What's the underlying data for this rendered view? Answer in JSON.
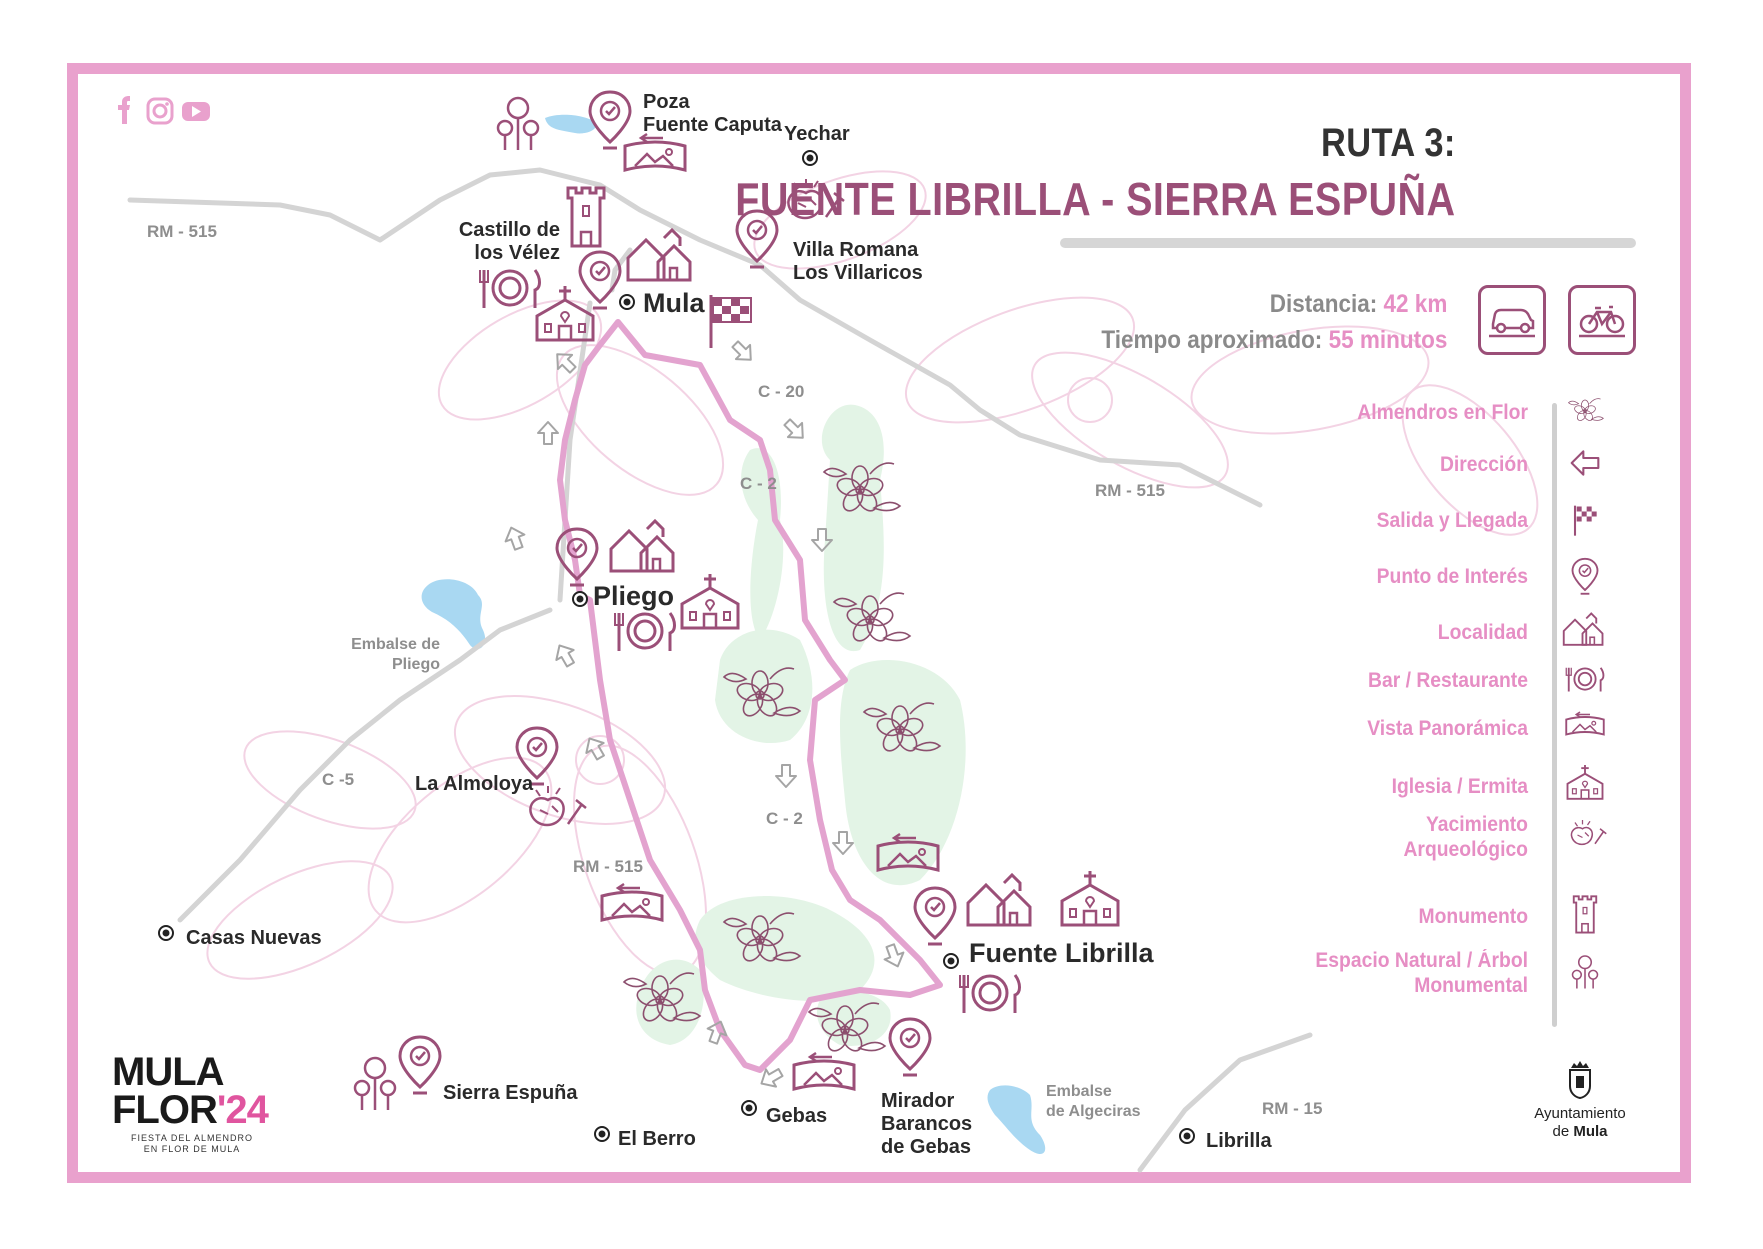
{
  "title": {
    "line1": "RUTA 3:",
    "line2": "FUENTE LIBRILLA - SIERRA ESPUÑA"
  },
  "stats": {
    "distance_label": "Distancia:",
    "distance_value": "42 km",
    "time_label": "Tiempo aproximado:",
    "time_value": "55 minutos",
    "modes": [
      "car-icon",
      "bicycle-icon"
    ]
  },
  "legend": [
    {
      "label": "Almendros en Flor",
      "icon": "almond-flower-icon"
    },
    {
      "label": "Dirección",
      "icon": "direction-arrow-icon"
    },
    {
      "label": "Salida y Llegada",
      "icon": "checkered-flag-icon"
    },
    {
      "label": "Punto de Interés",
      "icon": "map-pin-icon"
    },
    {
      "label": "Localidad",
      "icon": "houses-icon"
    },
    {
      "label": "Bar / Restaurante",
      "icon": "plate-cutlery-icon"
    },
    {
      "label": "Vista Panorámica",
      "icon": "panorama-icon"
    },
    {
      "label": "Iglesia / Ermita",
      "icon": "church-icon"
    },
    {
      "label": "Yacimiento Arqueológico",
      "icon": "archaeology-icon"
    },
    {
      "label": "Monumento",
      "icon": "tower-icon"
    },
    {
      "label": "Espacio Natural / Árbol Monumental",
      "icon": "trees-icon"
    }
  ],
  "towns": {
    "mula": "Mula",
    "pliego": "Pliego",
    "fuente_librilla": "Fuente Librilla",
    "gebas": "Gebas",
    "el_berro": "El Berro",
    "casas_nuevas": "Casas Nuevas",
    "librilla": "Librilla",
    "yechar": "Yechar"
  },
  "places": {
    "poza_1": "Poza",
    "poza_2": "Fuente Caputa",
    "castillo_1": "Castillo de",
    "castillo_2": "los Vélez",
    "villa_1": "Villa Romana",
    "villa_2": "Los Villaricos",
    "almoloya": "La Almoloya",
    "sierra": "Sierra Espuña",
    "mirador_1": "Mirador",
    "mirador_2": "Barancos",
    "mirador_3": "de Gebas"
  },
  "reservoirs": {
    "pliego_1": "Embalse de",
    "pliego_2": "Pliego",
    "algeciras_1": "Embalse",
    "algeciras_2": "de Algeciras"
  },
  "roads": {
    "rm515_nw": "RM - 515",
    "rm515_e": "RM - 515",
    "rm515_s": "RM - 515",
    "c20": "C - 20",
    "c2_n": "C - 2",
    "c2_s": "C - 2",
    "c5": "C -5",
    "rm15": "RM - 15"
  },
  "logo": {
    "line1": "MULA",
    "line2_a": "FLOR",
    "line2_b": "'24",
    "sub1": "FIESTA DEL ALMENDRO",
    "sub2": "EN FLOR DE MULA"
  },
  "ayuntamiento": {
    "line1": "Ayuntamiento",
    "line2_a": "de",
    "line2_b": "Mula"
  },
  "social": [
    "facebook-icon",
    "instagram-icon",
    "youtube-icon"
  ],
  "colors": {
    "frame": "#e9a1cd",
    "route": "#e3a3cf",
    "accent": "#e68ec4",
    "icon": "#9b4f78",
    "road": "#d4d4d4",
    "green_area": "#e3f4e6",
    "water": "#a9d8f2"
  }
}
